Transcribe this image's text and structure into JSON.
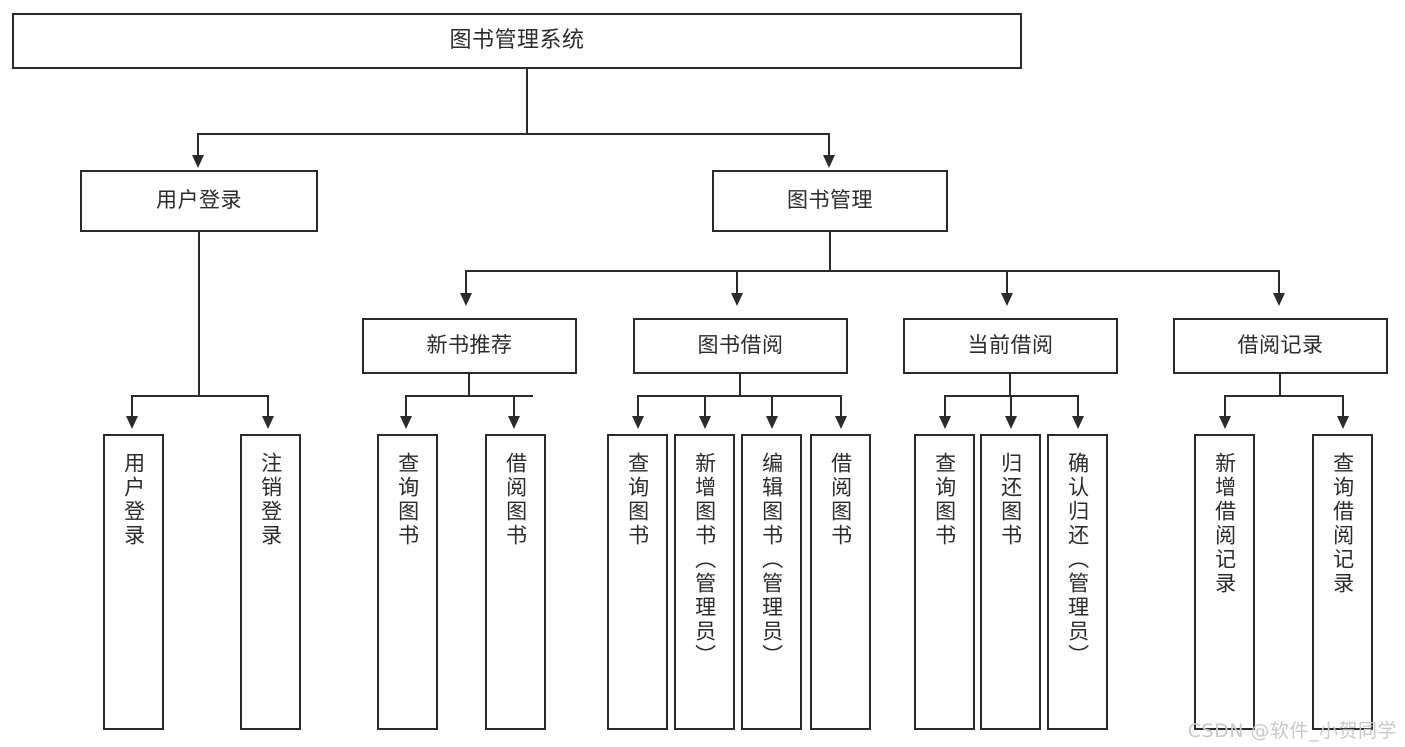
{
  "diagram": {
    "type": "tree-hierarchy",
    "title": "图书管理系统",
    "watermark": "CSDN @软件_小贺同学",
    "colors": {
      "stroke": "#2b2b2b",
      "fill": "#ffffff",
      "background": "#ffffff",
      "watermark": "#c9c9c9"
    },
    "root": {
      "id": "root",
      "label": "图书管理系统",
      "level": 0
    },
    "level1": [
      {
        "id": "user-login",
        "label": "用户登录",
        "level": 1
      },
      {
        "id": "book-manage",
        "label": "图书管理",
        "level": 1
      }
    ],
    "level2": [
      {
        "id": "new-book-recommend",
        "label": "新书推荐",
        "level": 2,
        "parent": "book-manage"
      },
      {
        "id": "book-borrow",
        "label": "图书借阅",
        "level": 2,
        "parent": "book-manage"
      },
      {
        "id": "current-borrow",
        "label": "当前借阅",
        "level": 2,
        "parent": "book-manage"
      },
      {
        "id": "borrow-record",
        "label": "借阅记录",
        "level": 2,
        "parent": "book-manage"
      }
    ],
    "leaves": {
      "user-login": [
        {
          "id": "leaf-user-login",
          "label": "用户登录"
        },
        {
          "id": "leaf-logout",
          "label": "注销登录"
        }
      ],
      "new-book-recommend": [
        {
          "id": "leaf-query-book-1",
          "label": "查询图书"
        },
        {
          "id": "leaf-borrow-book-1",
          "label": "借阅图书"
        }
      ],
      "book-borrow": [
        {
          "id": "leaf-query-book-2",
          "label": "查询图书"
        },
        {
          "id": "leaf-add-book",
          "label": "新增图书（管理员）"
        },
        {
          "id": "leaf-edit-book",
          "label": "编辑图书（管理员）"
        },
        {
          "id": "leaf-borrow-book-2",
          "label": "借阅图书"
        }
      ],
      "current-borrow": [
        {
          "id": "leaf-query-book-3",
          "label": "查询图书"
        },
        {
          "id": "leaf-return-book",
          "label": "归还图书"
        },
        {
          "id": "leaf-confirm-return",
          "label": "确认归还（管理员）"
        }
      ],
      "borrow-record": [
        {
          "id": "leaf-add-record",
          "label": "新增借阅记录"
        },
        {
          "id": "leaf-query-record",
          "label": "查询借阅记录"
        }
      ]
    }
  }
}
